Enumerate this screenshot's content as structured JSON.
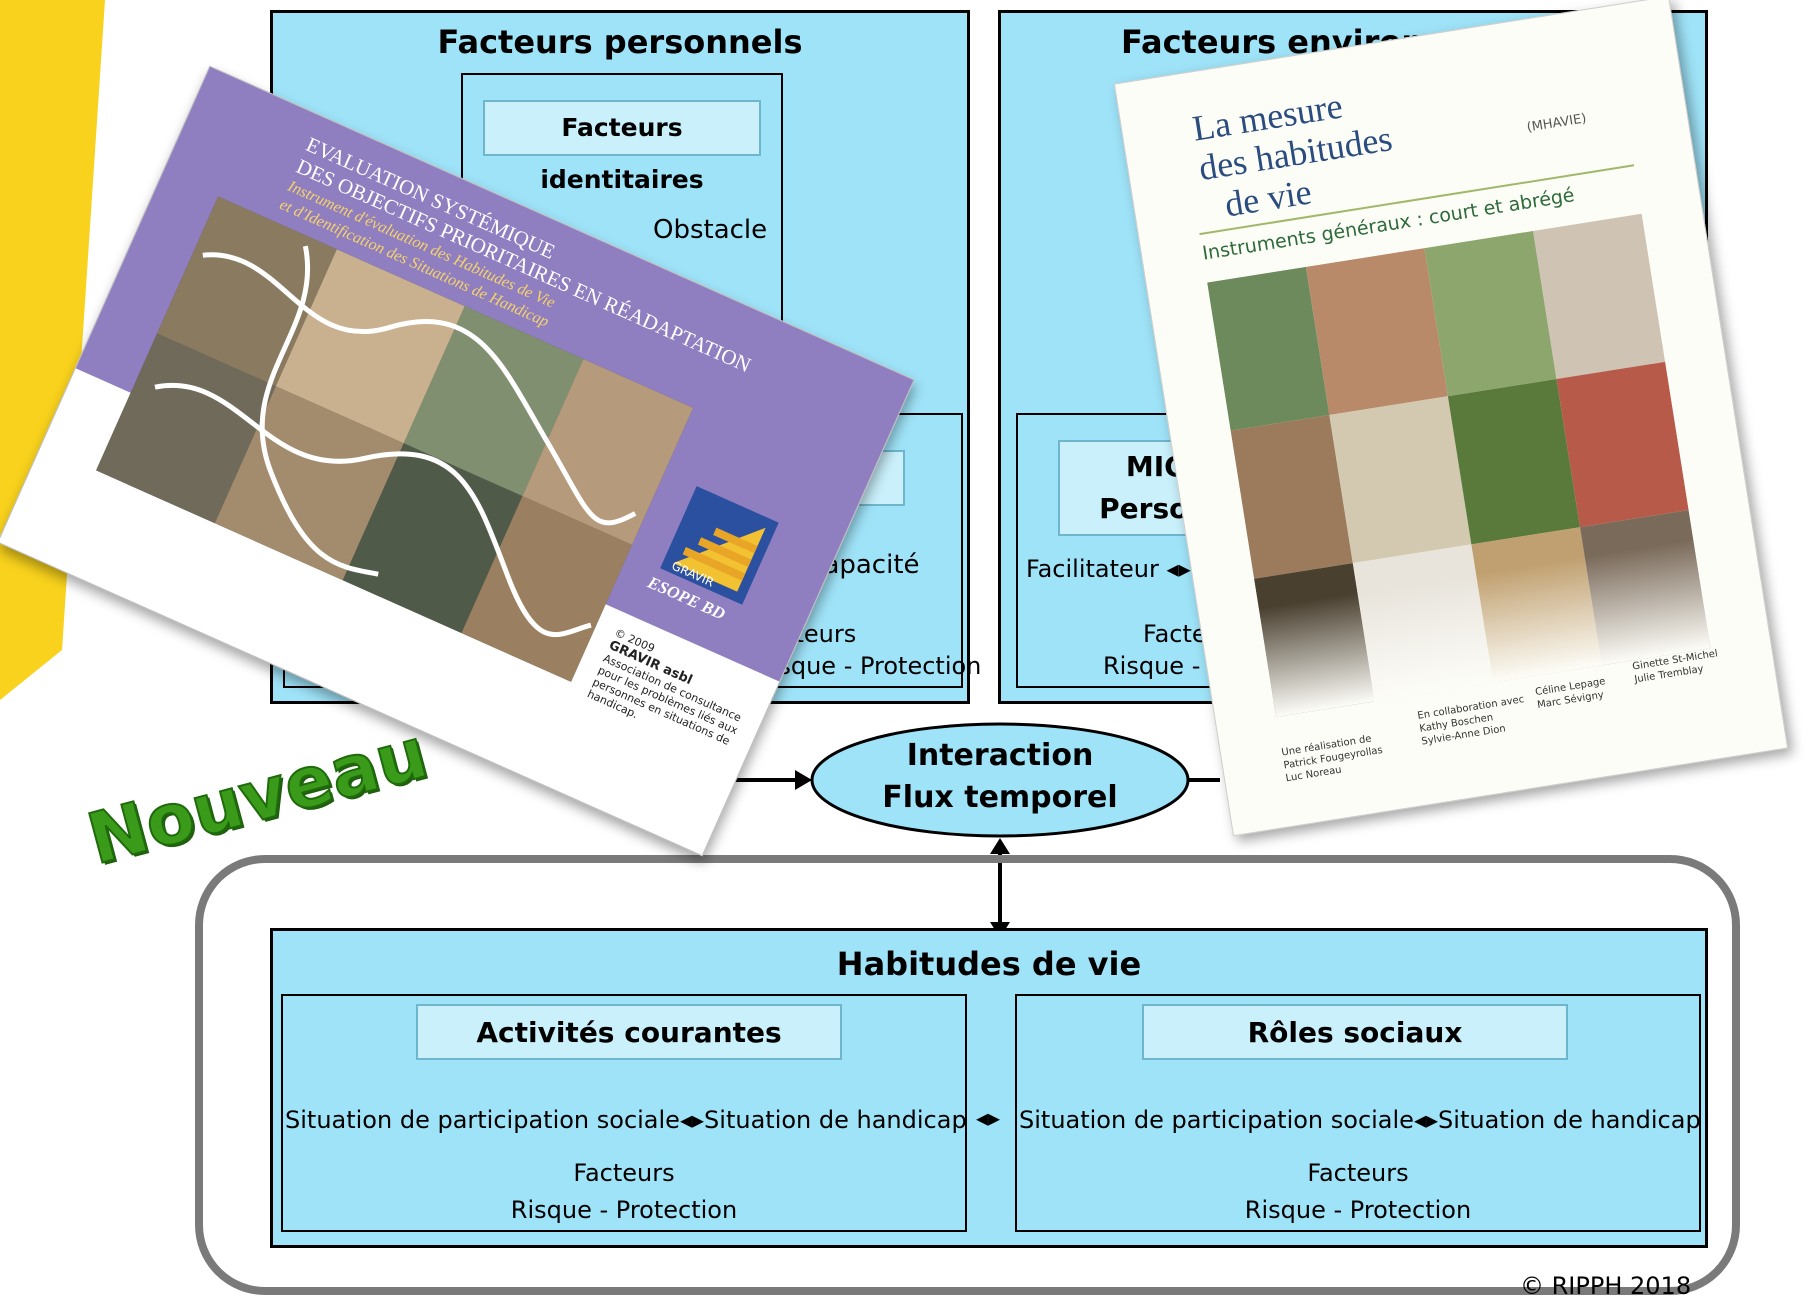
{
  "colors": {
    "accent_yellow": "#f8d21c",
    "panel_blue": "#9fe3f8",
    "label_blue": "#c9f0fb",
    "nouveau_green": "#3a9b1a",
    "esope_purple": "#8f7fc0"
  },
  "personal": {
    "title": "Facteurs personnels",
    "identity_label": "Facteurs identitaires",
    "obstacle_text": "Obstacle",
    "incapacity_text": "Incapacité",
    "factors_text": "Facteurs",
    "protection_text": "Risque - Protection"
  },
  "environment": {
    "title": "Facteurs environnementaux",
    "micro_label": "MICRO",
    "micro_sub": "Personnel",
    "facilitator_text": "Facilitateur",
    "factors_text": "Facteurs",
    "protection_text": "Risque - Protection"
  },
  "interaction": {
    "line1": "Interaction",
    "line2": "Flux temporel"
  },
  "habits": {
    "title": "Habitudes de vie",
    "activities": {
      "label": "Activités courantes",
      "situation": "Situation de participation sociale",
      "handicap": "Situation de handicap",
      "factors": "Facteurs",
      "protection": "Risque - Protection"
    },
    "roles": {
      "label": "Rôles sociaux",
      "situation": "Situation de participation sociale",
      "handicap": "Situation de handicap",
      "factors": "Facteurs",
      "protection": "Risque - Protection"
    }
  },
  "nouveau": "Nouveau",
  "copyright": "© RIPPH 2018",
  "esope": {
    "title1": "EVALUATION SYSTÉMIQUE",
    "title2": "DES OBJECTIFS PRIORITAIRES EN RÉADAPTATION",
    "subtitle1": "Instrument d'évaluation des Habitudes de Vie",
    "subtitle2": "et d'Identification des Situations de Handicap",
    "logo_text": "GRAVIR",
    "logo_sub": "ESOPE BD",
    "credit1": "© 2009",
    "credit2": "GRAVIR asbl",
    "credit3": "Association de consultance pour les problèmes liés aux personnes en situations de handicap."
  },
  "mhavie": {
    "title1": "La mesure",
    "title2": "des habitudes",
    "title3": "de vie",
    "abbr": "(MHAVIE)",
    "subtitle": "Instruments généraux : court et abrégé",
    "footer1": "Une réalisation de",
    "footer2": "Patrick Fougeyrollas",
    "footer3": "Luc Noreau",
    "footer4": "En collaboration avec",
    "footer5": "Kathy Boschen",
    "footer6": "Sylvie-Anne Dion",
    "footer7": "Céline Lepage",
    "footer8": "Marc Sévigny",
    "footer9": "Ginette St-Michel",
    "footer10": "Julie Tremblay"
  }
}
